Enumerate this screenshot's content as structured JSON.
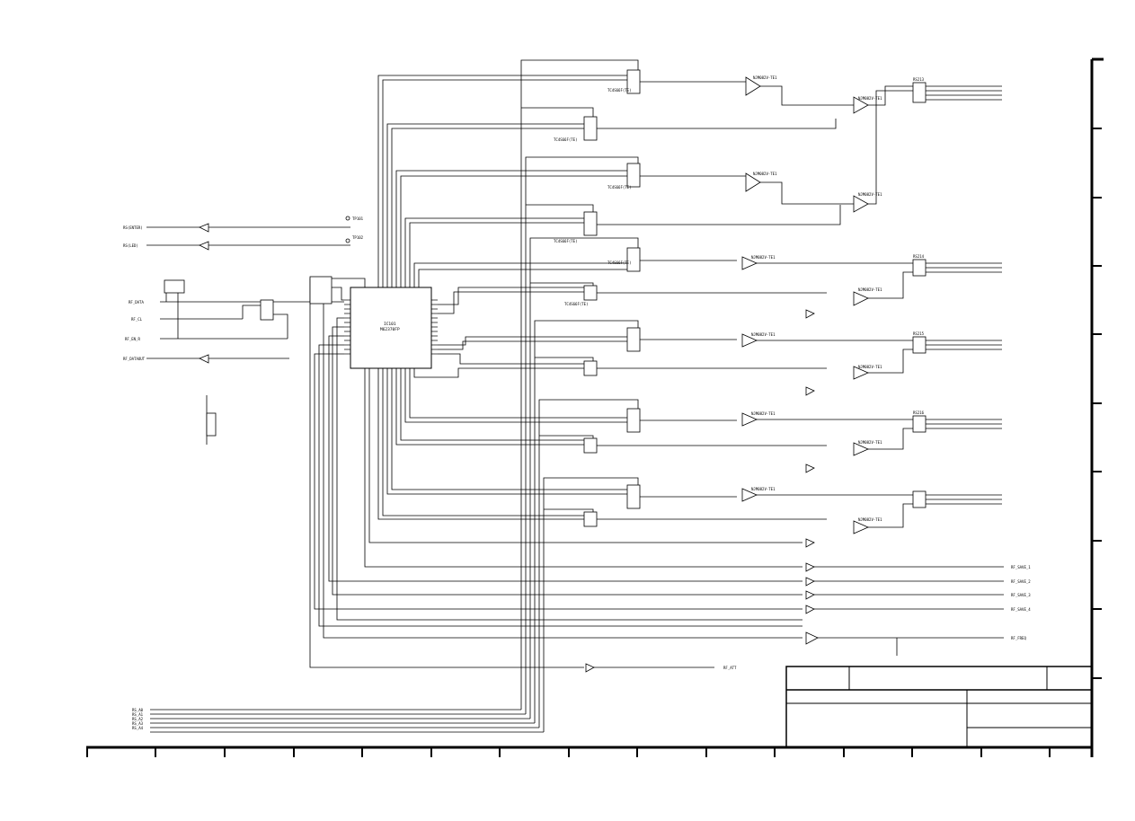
{
  "io_left": {
    "nets": [
      "RF_DATA",
      "RF_CL",
      "RF_EN_R",
      "RF_DATAOUT"
    ],
    "top_nets": [
      "RS(ENTER)",
      "RS(LED)"
    ]
  },
  "ic_main": {
    "ref": "IC101",
    "part": "M62370FP"
  },
  "test_points": [
    "TP101",
    "TP102"
  ],
  "outputs": [
    "RF_SAVE_1",
    "RF_SAVE_2",
    "RF_SAVE_3",
    "RF_SAVE_4",
    "RF_FREQ",
    "RF_ATT"
  ],
  "connectors": [
    "RS213",
    "RS214",
    "RS215",
    "RS216"
  ],
  "bottom_bus": [
    "RS_A0",
    "RS_A1",
    "RS_A2",
    "RS_A3",
    "RS_A4"
  ],
  "opamp_label": "NJM082V-TE1",
  "switch_label": "TC4S66F(TE)",
  "colors": {
    "ink": "#000000",
    "paper": "#ffffff"
  }
}
